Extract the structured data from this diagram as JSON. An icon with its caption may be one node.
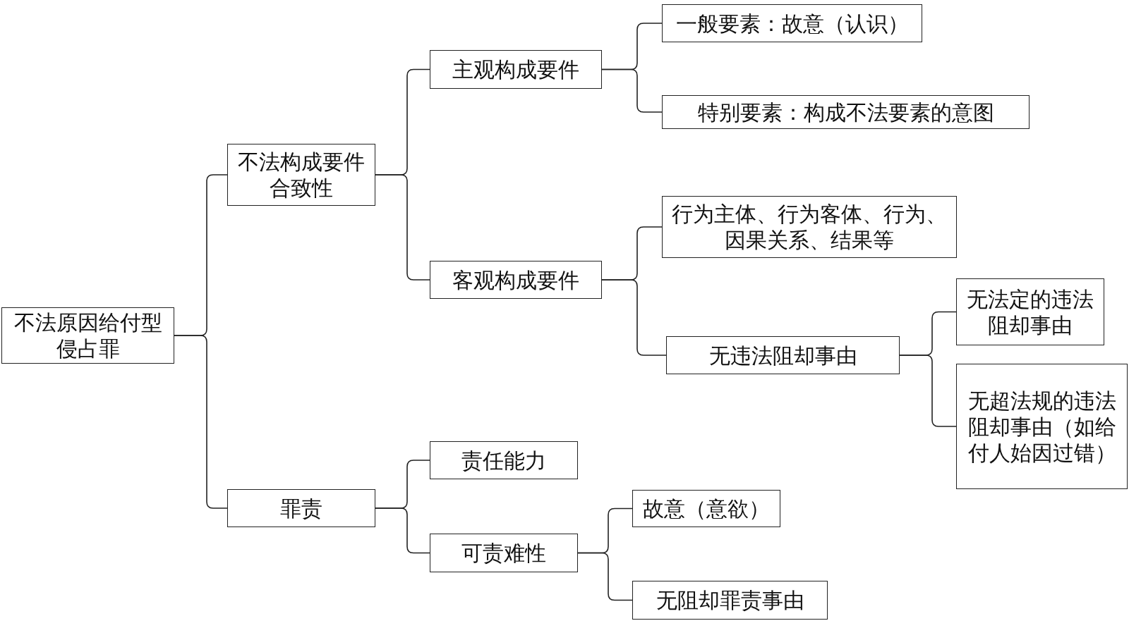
{
  "diagram": {
    "nodes": [
      {
        "text": [
          "不法原因给付型侵占罪"
        ]
      },
      {
        "text": [
          "不法构成要件合致性"
        ]
      },
      {
        "text": [
          "主观构成要件"
        ]
      },
      {
        "text": [
          "一般要素：故意（认识）"
        ]
      },
      {
        "text": [
          "特别要素：构成不法要素的意图"
        ]
      },
      {
        "text": [
          "客观构成要件"
        ]
      },
      {
        "text": [
          "行为主体、行为客体、行为、因果关系、结果等"
        ]
      },
      {
        "text": [
          "无违法阻却事由"
        ]
      },
      {
        "text": [
          "无法定的违法阻却事由"
        ]
      },
      {
        "text": [
          "无超法规的违法阻却事由（如给付人始因过错）"
        ]
      },
      {
        "text": [
          "罪责"
        ]
      },
      {
        "text": [
          "责任能力"
        ]
      },
      {
        "text": [
          "可责难性"
        ]
      },
      {
        "text": [
          "故意（意欲）"
        ]
      },
      {
        "text": [
          "无阻却罪责事由"
        ]
      }
    ],
    "edges": [
      {
        "from": 0,
        "to": 1,
        "arrow": "none"
      },
      {
        "from": 0,
        "to": 10,
        "arrow": "none"
      },
      {
        "from": 1,
        "to": 2,
        "arrow": "none"
      },
      {
        "from": 1,
        "to": 5,
        "arrow": "none"
      },
      {
        "from": 2,
        "to": 3,
        "arrow": "none"
      },
      {
        "from": 2,
        "to": 4,
        "arrow": "none"
      },
      {
        "from": 5,
        "to": 6,
        "arrow": "none"
      },
      {
        "from": 5,
        "to": 7,
        "arrow": "none"
      },
      {
        "from": 7,
        "to": 8,
        "arrow": "none"
      },
      {
        "from": 7,
        "to": 9,
        "arrow": "none"
      },
      {
        "from": 10,
        "to": 11,
        "arrow": "none"
      },
      {
        "from": 10,
        "to": 12,
        "arrow": "none"
      },
      {
        "from": 12,
        "to": 13,
        "arrow": "none"
      },
      {
        "from": 12,
        "to": 14,
        "arrow": "none"
      }
    ]
  }
}
